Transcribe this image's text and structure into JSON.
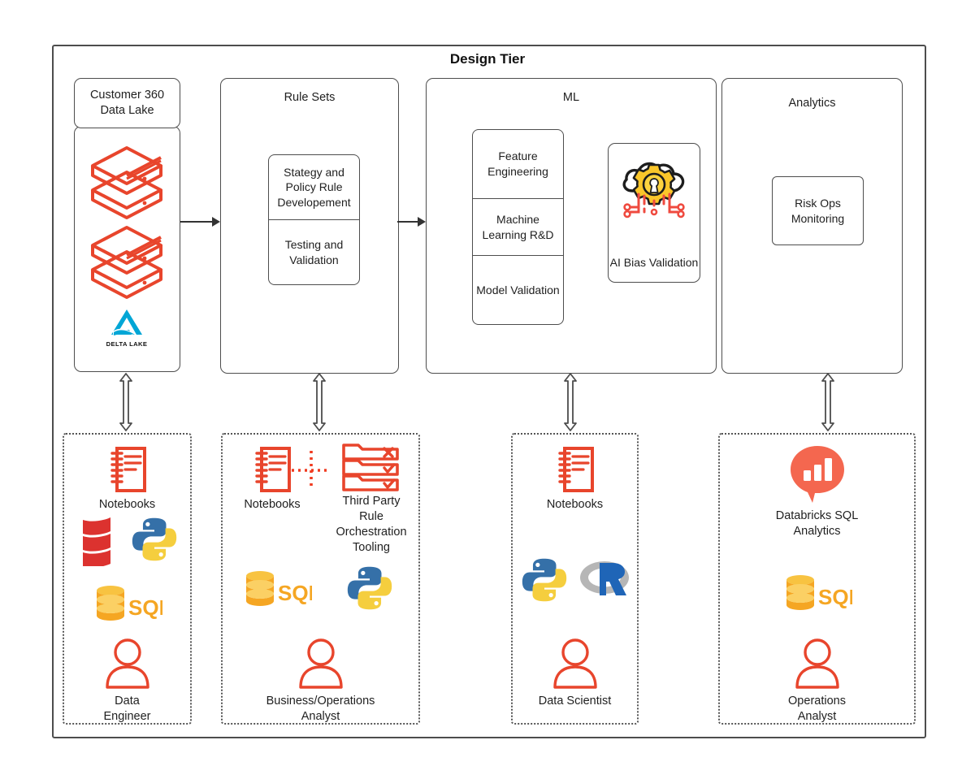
{
  "diagram": {
    "title": "Design Tier",
    "frame_color": "#4d4d4d",
    "accent_red": "#e8452c",
    "accent_orange": "#f5a623",
    "accent_blue": "#3570a8",
    "accent_yellow": "#ffd43b",
    "accent_coral": "#f4674f",
    "deltalake_blue": "#00a6d6"
  },
  "tier": {
    "panels": [
      {
        "id": "customer360",
        "title": "Customer 360\nData Lake",
        "title_line1": "Customer 360",
        "title_line2": "Data Lake",
        "icons": [
          "server-stack-icon",
          "server-stack-icon",
          "delta-lake-logo"
        ],
        "delta_lake_label": "DELTA LAKE"
      },
      {
        "id": "rulesets",
        "title": "Rule Sets",
        "boxes": [
          {
            "label": "Stategy and Policy Rule Developement"
          },
          {
            "label": "Testing and Validation"
          }
        ]
      },
      {
        "id": "ml",
        "title": "ML",
        "boxes": [
          {
            "label": "Feature Engineering"
          },
          {
            "label": "Machine Learning R&D"
          },
          {
            "label": "Model Validation"
          }
        ],
        "card": {
          "label": "AI Bias Validation",
          "icon": "cloud-gear-circuit-icon"
        }
      },
      {
        "id": "analytics",
        "title": "Analytics",
        "boxes": [
          {
            "label": "Risk Ops Monitoring"
          }
        ]
      }
    ],
    "flow_arrows": [
      "customer360-to-rulesets",
      "rulesets-to-ml"
    ]
  },
  "personas": [
    {
      "id": "data-engineer",
      "role": "Data Engineer",
      "role_line1": "Data",
      "role_line2": "Engineer",
      "items": [
        {
          "icon": "notebook-icon",
          "label": "Notebooks"
        },
        {
          "icon": "scala-logo",
          "label": ""
        },
        {
          "icon": "python-logo",
          "label": ""
        },
        {
          "icon": "sql-database-icon",
          "label": ""
        },
        {
          "icon": "person-icon",
          "label": "Data Engineer"
        }
      ]
    },
    {
      "id": "business-operations-analyst",
      "role": "Business/Operations Analyst",
      "role_line1": "Business/Operations",
      "role_line2": "Analyst",
      "items": [
        {
          "icon": "notebook-icon",
          "label": "Notebooks"
        },
        {
          "icon": "dotted-plus-icon",
          "label": ""
        },
        {
          "icon": "rule-tooling-icon",
          "label": "Third Party Rule Orchestration Tooling"
        },
        {
          "icon": "sql-database-icon",
          "label": ""
        },
        {
          "icon": "python-logo",
          "label": ""
        },
        {
          "icon": "person-icon",
          "label": "Business/Operations Analyst"
        }
      ],
      "third_party_label_lines": [
        "Third Party",
        "Rule",
        "Orchestration",
        "Tooling"
      ]
    },
    {
      "id": "data-scientist",
      "role": "Data Scientist",
      "role_line1": "Data Scientist",
      "role_line2": "",
      "items": [
        {
          "icon": "notebook-icon",
          "label": "Notebooks"
        },
        {
          "icon": "python-logo",
          "label": ""
        },
        {
          "icon": "r-logo",
          "label": ""
        },
        {
          "icon": "person-icon",
          "label": "Data Scientist"
        }
      ]
    },
    {
      "id": "operations-analyst",
      "role": "Operations Analyst",
      "role_line1": "Operations",
      "role_line2": "Analyst",
      "items": [
        {
          "icon": "databricks-sql-analytics-icon",
          "label": "Databricks SQL Analytics"
        },
        {
          "icon": "sql-database-icon",
          "label": ""
        },
        {
          "icon": "person-icon",
          "label": "Operations Analyst"
        }
      ],
      "databricks_label_lines": [
        "Databricks SQL",
        "Analytics"
      ]
    }
  ],
  "labels": {
    "notebooks": "Notebooks",
    "databricks_sql_line1": "Databricks SQL",
    "databricks_sql_line2": "Analytics",
    "tp_line1": "Third Party",
    "tp_line2": "Rule",
    "tp_line3": "Orchestration",
    "tp_line4": "Tooling",
    "delta_lake": "DELTA LAKE"
  }
}
